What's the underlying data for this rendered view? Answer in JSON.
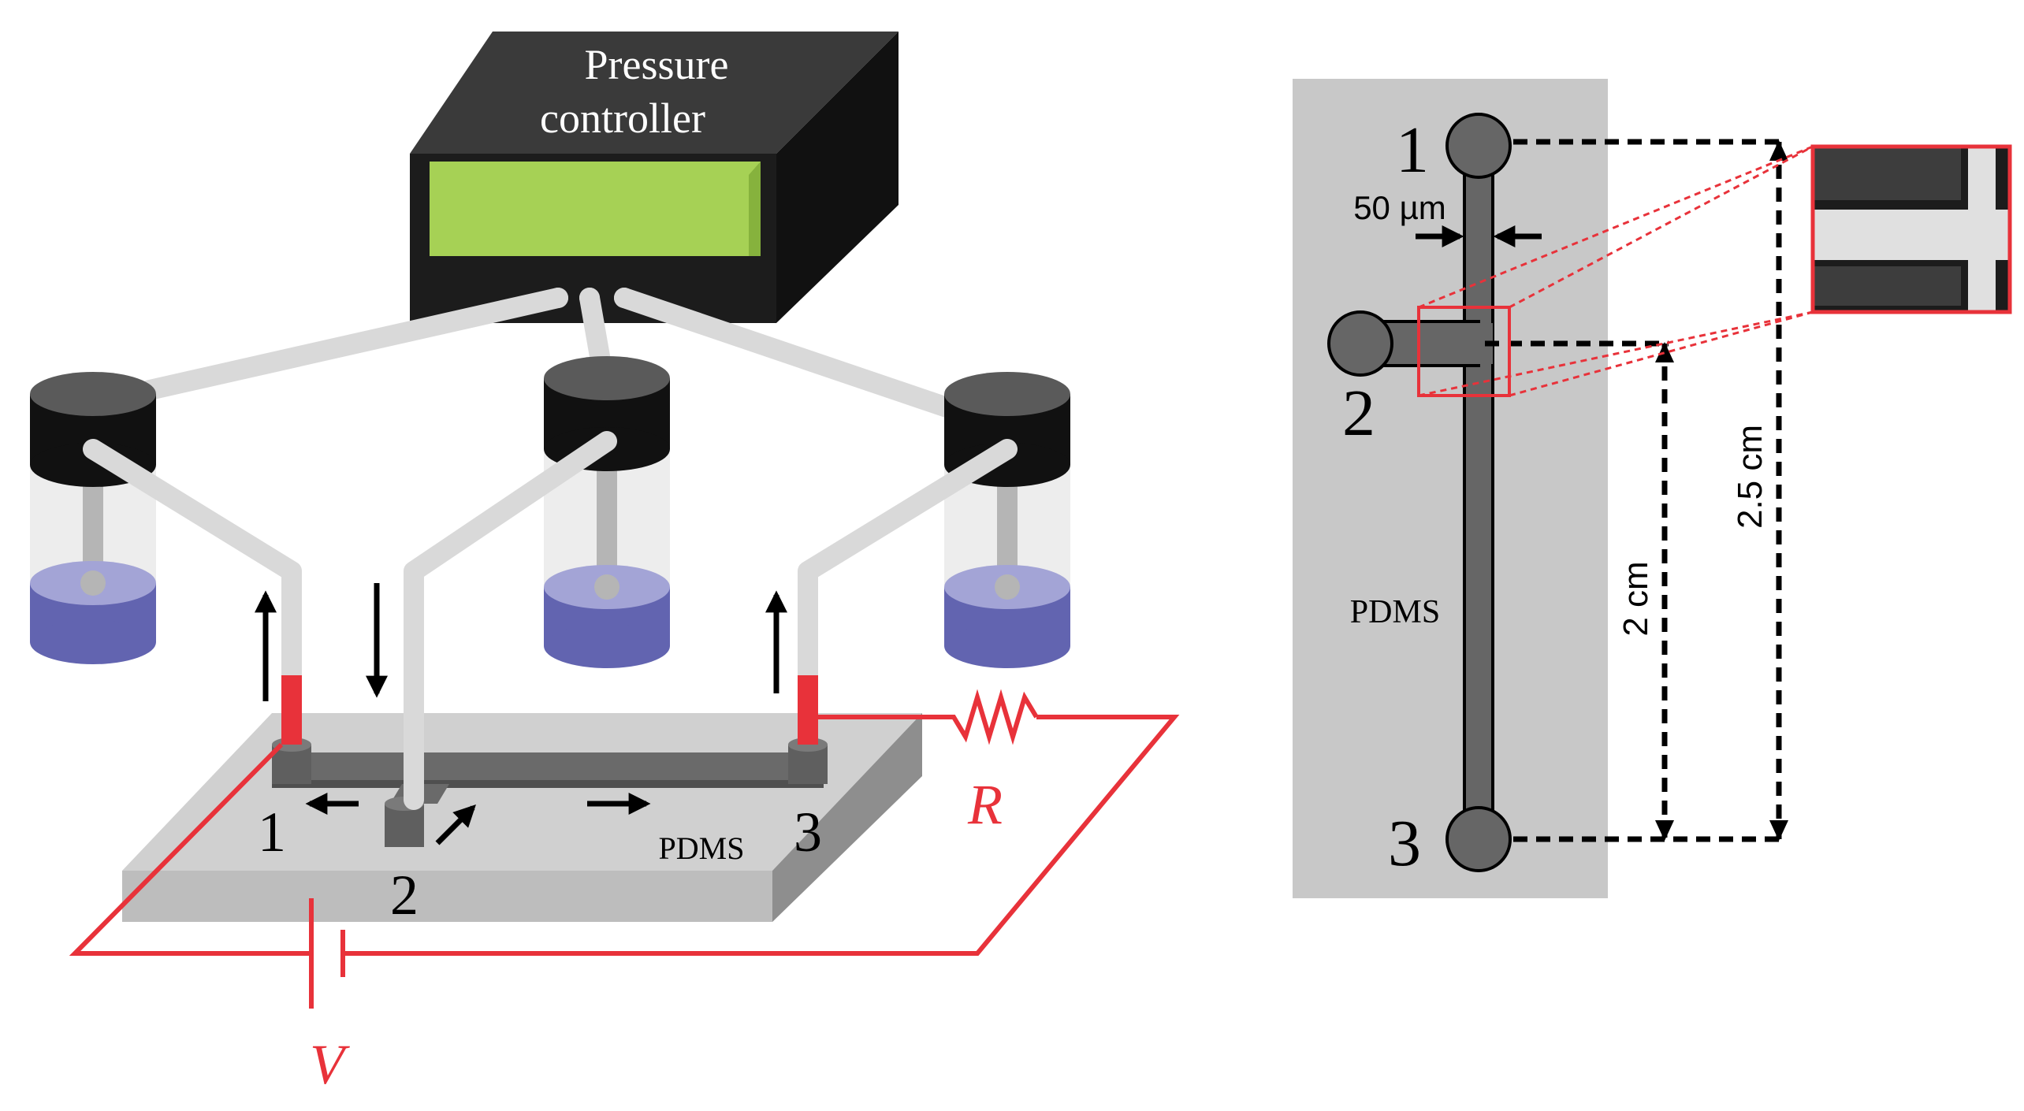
{
  "setup": {
    "controller_line1": "Pressure",
    "controller_line2": "controller",
    "pdms_label": "PDMS",
    "port_1": "1",
    "port_2": "2",
    "port_3": "3",
    "resistor_label": "R",
    "voltage_label": "V"
  },
  "chip": {
    "port_1": "1",
    "port_2": "2",
    "port_3": "3",
    "pdms_label": "PDMS",
    "width_label": "50 µm",
    "dist_2cm": "2 cm",
    "dist_25cm": "2.5 cm"
  },
  "colors": {
    "red": "#e8323a",
    "controller_black": "#1a1a1a",
    "screen_green": "#a6d155",
    "liquid_blue": "#6264b0",
    "tube_gray": "#d9d9d9",
    "pdms_gray": "#c8c8c8"
  }
}
